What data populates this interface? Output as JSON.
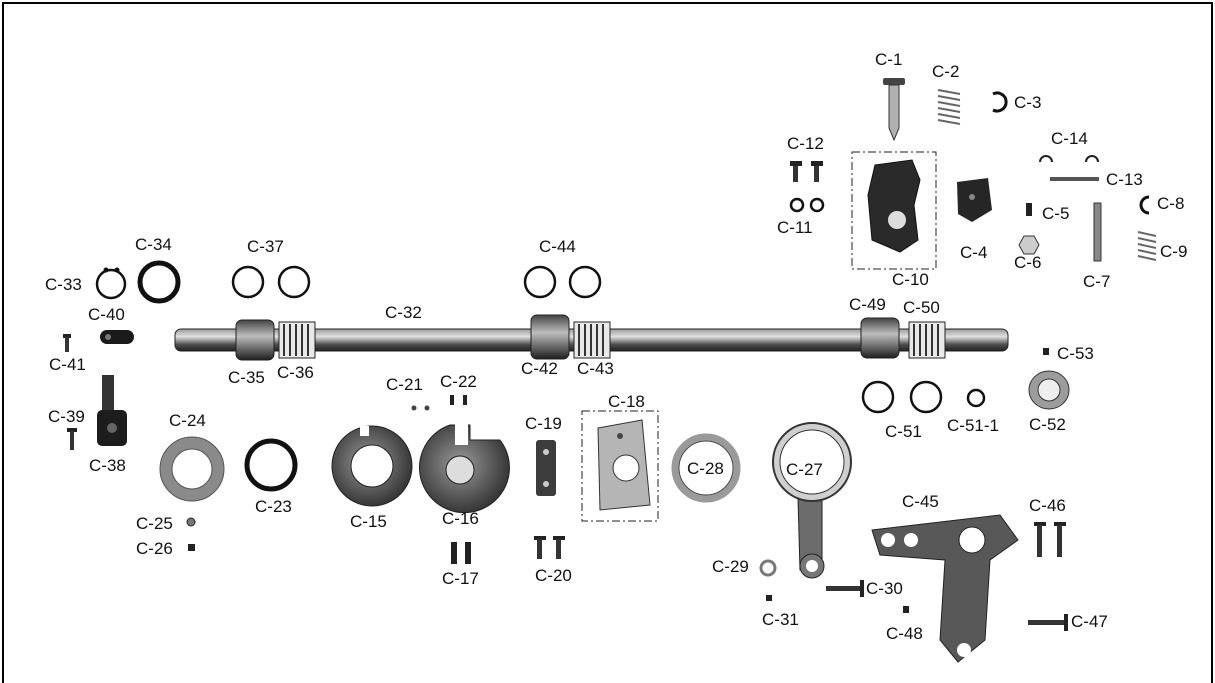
{
  "labels": {
    "c1": "C-1",
    "c2": "C-2",
    "c3": "C-3",
    "c4": "C-4",
    "c5": "C-5",
    "c6": "C-6",
    "c7": "C-7",
    "c8": "C-8",
    "c9": "C-9",
    "c10": "C-10",
    "c11": "C-11",
    "c12": "C-12",
    "c13": "C-13",
    "c14": "C-14",
    "c15": "C-15",
    "c16": "C-16",
    "c17": "C-17",
    "c18": "C-18",
    "c19": "C-19",
    "c20": "C-20",
    "c21": "C-21",
    "c22": "C-22",
    "c23": "C-23",
    "c24": "C-24",
    "c25": "C-25",
    "c26": "C-26",
    "c27": "C-27",
    "c28": "C-28",
    "c29": "C-29",
    "c30": "C-30",
    "c31": "C-31",
    "c32": "C-32",
    "c33": "C-33",
    "c34": "C-34",
    "c35": "C-35",
    "c36": "C-36",
    "c37": "C-37",
    "c38": "C-38",
    "c39": "C-39",
    "c40": "C-40",
    "c41": "C-41",
    "c42": "C-42",
    "c43": "C-43",
    "c44": "C-44",
    "c45": "C-45",
    "c46": "C-46",
    "c47": "C-47",
    "c48": "C-48",
    "c49": "C-49",
    "c50": "C-50",
    "c51": "C-51",
    "c51_1": "C-51-1",
    "c52": "C-52",
    "c53": "C-53"
  },
  "colors": {
    "metal_dark": "#2a2a2a",
    "metal_mid": "#6a6a6a",
    "metal_light": "#c8c8c8",
    "border": "#000000"
  }
}
